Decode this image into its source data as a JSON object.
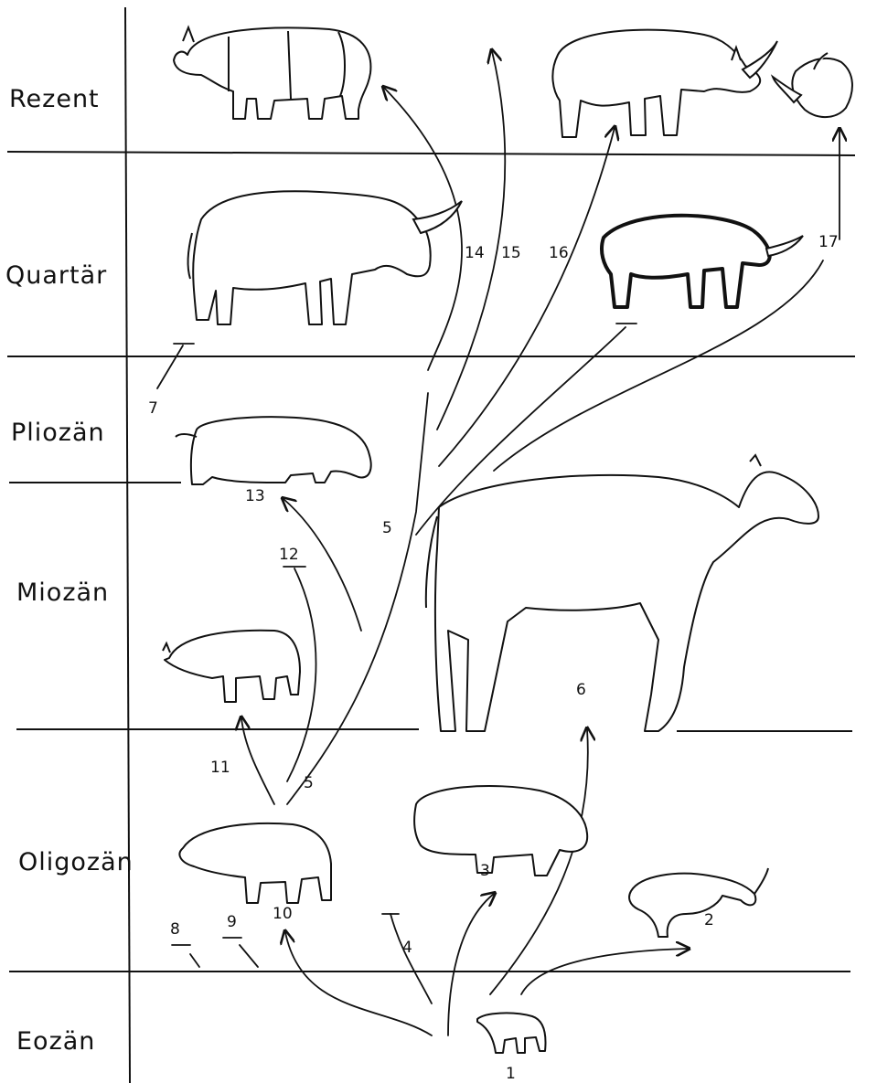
{
  "eras": [
    "Rezent",
    "Quartär",
    "Pliozän",
    "Miozän",
    "Oligozän",
    "Eozän"
  ],
  "numbers": {
    "n1": "1",
    "n2": "2",
    "n3": "3",
    "n4": "4",
    "n5a": "5",
    "n5b": "5",
    "n6": "6",
    "n7": "7",
    "n8": "8",
    "n9": "9",
    "n10": "10",
    "n11": "11",
    "n12": "12",
    "n13": "13",
    "n14": "14",
    "n15": "15",
    "n16": "16",
    "n17": "17"
  }
}
